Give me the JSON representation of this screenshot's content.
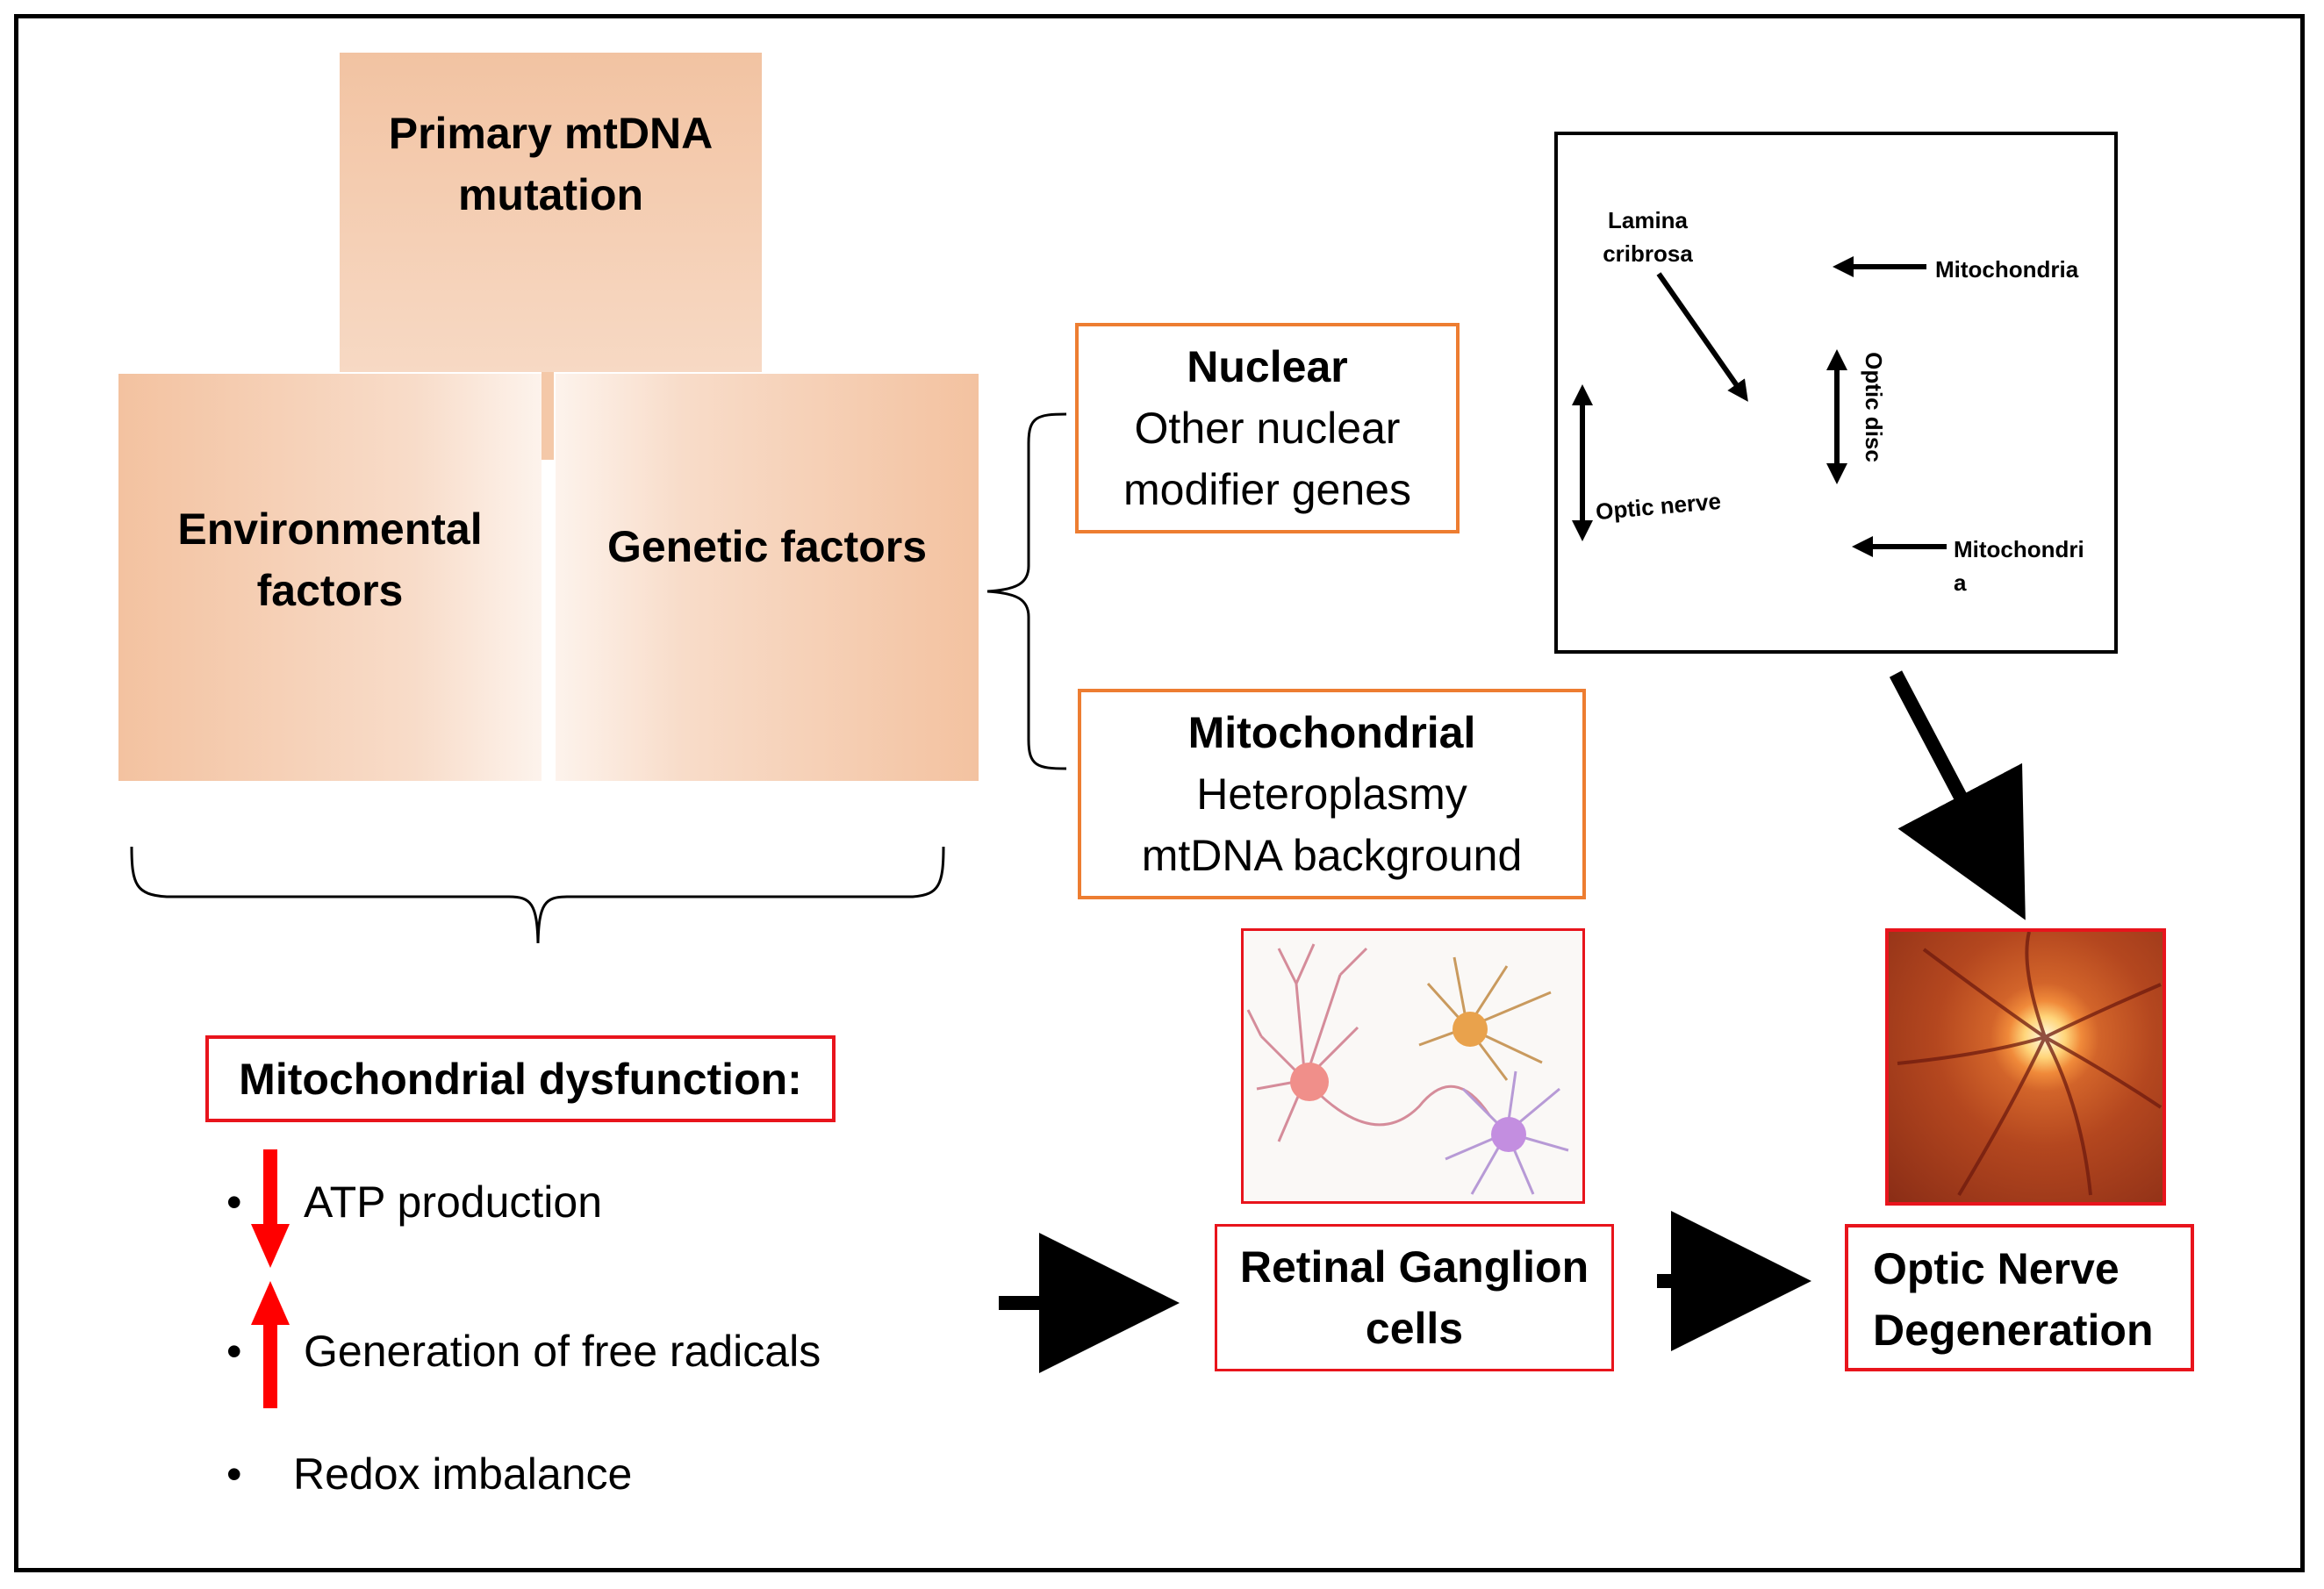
{
  "factors": {
    "primary": "Primary mtDNA mutation",
    "environmental": "Environmental factors",
    "genetic": "Genetic factors"
  },
  "nuclear": {
    "title": "Nuclear",
    "line1": "Other nuclear",
    "line2": "modifier genes"
  },
  "mitochondrial": {
    "title": "Mitochondrial",
    "line1": "Heteroplasmy",
    "line2": "mtDNA background"
  },
  "inset": {
    "lamina_line1": "Lamina",
    "lamina_line2": "cribrosa",
    "mitochondria_top": "Mitochondria",
    "optic_disc": "Optic disc",
    "optic_nerve": "Optic nerve",
    "mitochondria_bottom_line1": "Mitochondri",
    "mitochondria_bottom_line2": "a"
  },
  "dysfunction": {
    "title": "Mitochondrial dysfunction:",
    "items": [
      "ATP production",
      "Generation of free radicals",
      "Redox imbalance"
    ],
    "bullet": "•"
  },
  "rgc": {
    "line1": "Retinal Ganglion",
    "line2": "cells"
  },
  "ond": {
    "line1": "Optic Nerve",
    "line2": "Degeneration"
  },
  "colors": {
    "accent_orange": "#ed7d31",
    "accent_red": "#e8141c",
    "peach": "#f3c2a0"
  }
}
